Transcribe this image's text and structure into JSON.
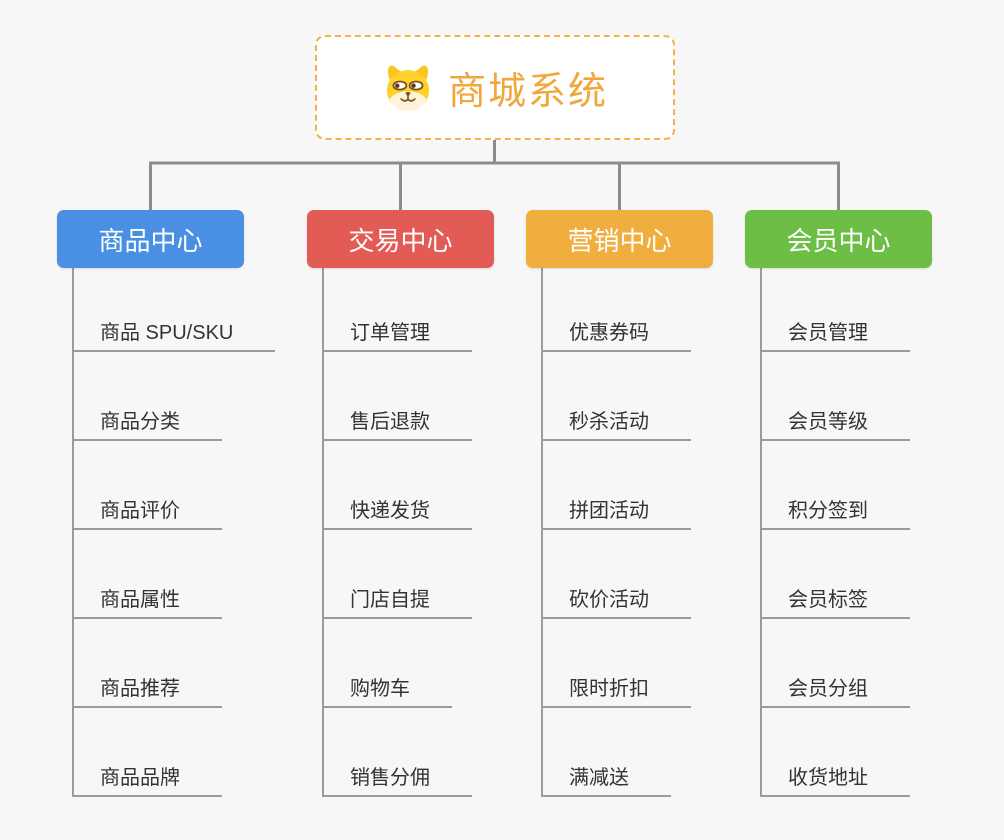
{
  "root": {
    "label": "商城系统",
    "icon": "shiba-dog-icon",
    "border_color": "#F5B04A",
    "text_color": "#F0A73C",
    "background": "#FFFFFF"
  },
  "branches": [
    {
      "label": "商品中心",
      "color": "#4A90E2",
      "items": [
        "商品 SPU/SKU",
        "商品分类",
        "商品评价",
        "商品属性",
        "商品推荐",
        "商品品牌"
      ]
    },
    {
      "label": "交易中心",
      "color": "#E25B54",
      "items": [
        "订单管理",
        "售后退款",
        "快递发货",
        "门店自提",
        "购物车",
        "销售分佣"
      ]
    },
    {
      "label": "营销中心",
      "color": "#EFAE3E",
      "items": [
        "优惠券码",
        "秒杀活动",
        "拼团活动",
        "砍价活动",
        "限时折扣",
        "满减送"
      ]
    },
    {
      "label": "会员中心",
      "color": "#6DBE45",
      "items": [
        "会员管理",
        "会员等级",
        "积分签到",
        "会员标签",
        "会员分组",
        "收货地址"
      ]
    }
  ],
  "style": {
    "connector_color": "#8C8C8C",
    "leaf_line_color": "#9B9B9B",
    "leaf_text_color": "#333333",
    "canvas_background": "#F7F7F7"
  }
}
